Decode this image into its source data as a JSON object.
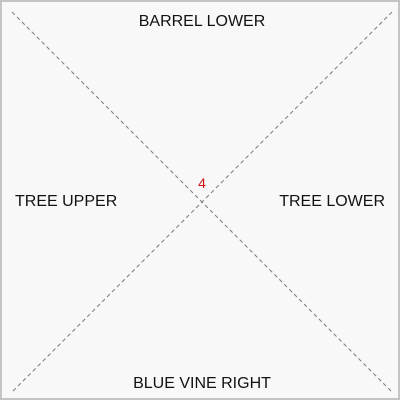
{
  "cell": {
    "top_label": "BARREL LOWER",
    "left_label": "TREE UPPER",
    "right_label": "TREE LOWER",
    "bottom_label": "BLUE VINE RIGHT",
    "center_number": "4",
    "center_number_color": "#cc1111"
  }
}
